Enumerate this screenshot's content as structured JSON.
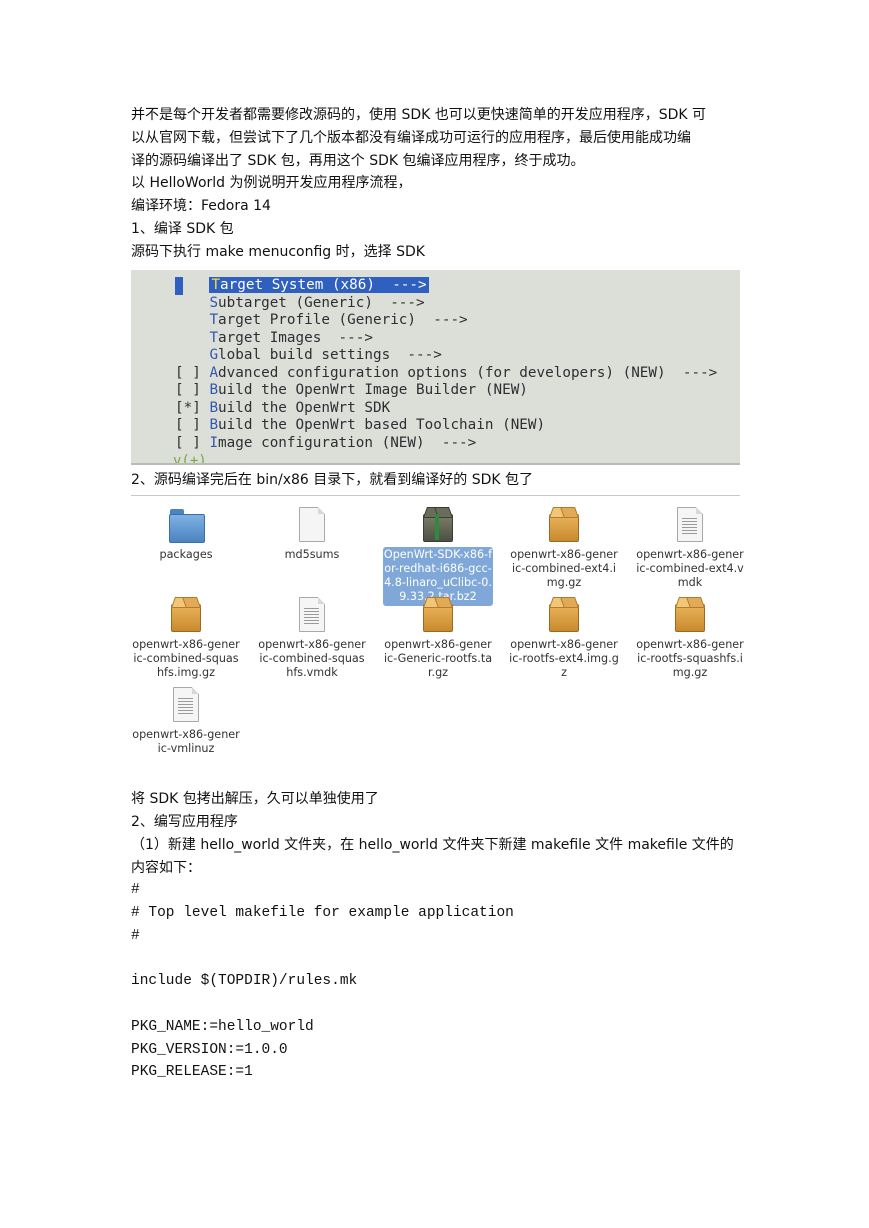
{
  "intro": {
    "line1": "并不是每个开发者都需要修改源码的，使用 SDK 也可以更快速简单的开发应用程序，SDK 可",
    "line2": "以从官网下载，但尝试下了几个版本都没有编译成功可运行的应用程序，最后使用能成功编",
    "line3": "译的源码编译出了 SDK 包，再用这个 SDK 包编译应用程序，终于成功。",
    "line4": "以 HelloWorld 为例说明开发应用程序流程，",
    "line5": "编译环境：Fedora 14",
    "step1": "1、编译 SDK 包",
    "step1_desc": "源码下执行 make menuconfig 时，选择 SDK"
  },
  "menuconfig": {
    "items": [
      {
        "prefix": "    ",
        "hot": "T",
        "rest": "arget System (x86)  --->",
        "selected": true
      },
      {
        "prefix": "    ",
        "hot": "S",
        "rest": "ubtarget (Generic)  --->",
        "selected": false
      },
      {
        "prefix": "    ",
        "hot": "T",
        "rest": "arget Profile (Generic)  --->",
        "selected": false
      },
      {
        "prefix": "    ",
        "hot": "T",
        "rest": "arget Images  --->",
        "selected": false
      },
      {
        "prefix": "    ",
        "hot": "G",
        "rest": "lobal build settings  --->",
        "selected": false
      },
      {
        "prefix": "[ ] ",
        "hot": "A",
        "rest": "dvanced configuration options (for developers) (NEW)  --->",
        "selected": false
      },
      {
        "prefix": "[ ] ",
        "hot": "B",
        "rest": "uild the OpenWrt Image Builder (NEW)",
        "selected": false
      },
      {
        "prefix": "[*] ",
        "hot": "B",
        "rest": "uild the OpenWrt SDK",
        "selected": false
      },
      {
        "prefix": "[ ] ",
        "hot": "B",
        "rest": "uild the OpenWrt based Toolchain (NEW)",
        "selected": false
      },
      {
        "prefix": "[ ] ",
        "hot": "I",
        "rest": "mage configuration (NEW)  --->",
        "selected": false
      }
    ],
    "tail": "v(+)",
    "colors": {
      "background": "#dcdfd8",
      "highlight": "#2f5fbf",
      "hotkey": "#3356b3"
    }
  },
  "step2": "2、源码编译完后在 bin/x86 目录下，就看到编译好的 SDK 包了",
  "files": [
    {
      "name": "packages",
      "icon": "folder-icon"
    },
    {
      "name": "md5sums",
      "icon": "document-icon"
    },
    {
      "name": "OpenWrt-SDK-x86-for-redhat-i686-gcc-4.8-linaro_uClibc-0.9.33.2.tar.bz2",
      "icon": "archive-icon",
      "selected": true
    },
    {
      "name": "openwrt-x86-generic-combined-ext4.img.gz",
      "icon": "archive-icon"
    },
    {
      "name": "openwrt-x86-generic-combined-ext4.vmdk",
      "icon": "text-document-icon"
    },
    {
      "name": "openwrt-x86-generic-combined-squashfs.img.gz",
      "icon": "archive-icon"
    },
    {
      "name": "openwrt-x86-generic-combined-squashfs.vmdk",
      "icon": "text-document-icon"
    },
    {
      "name": "openwrt-x86-generic-Generic-rootfs.tar.gz",
      "icon": "archive-icon"
    },
    {
      "name": "openwrt-x86-generic-rootfs-ext4.img.gz",
      "icon": "archive-icon"
    },
    {
      "name": "openwrt-x86-generic-rootfs-squashfs.img.gz",
      "icon": "archive-icon"
    },
    {
      "name": "openwrt-x86-generic-vmlinuz",
      "icon": "text-document-icon"
    }
  ],
  "after": {
    "line1": "将 SDK 包拷出解压，久可以单独使用了",
    "step2": "2、编写应用程序",
    "desc1": "（1）新建 hello_world 文件夹，在 hello_world 文件夹下新建 makefile 文件 makefile 文件的",
    "desc2": "内容如下："
  },
  "code": [
    "#",
    "# Top level makefile for example application",
    "#",
    "",
    "include $(TOPDIR)/rules.mk",
    "",
    "PKG_NAME:=hello_world",
    "PKG_VERSION:=1.0.0",
    "PKG_RELEASE:=1"
  ]
}
